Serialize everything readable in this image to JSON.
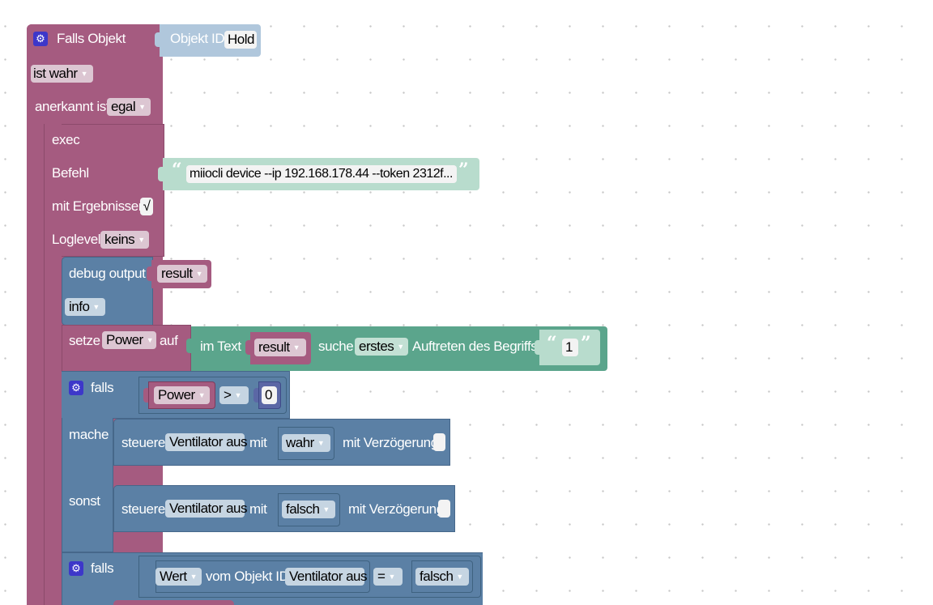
{
  "falls_objekt": {
    "title": "Falls Objekt",
    "objekt_id_label": "Objekt ID",
    "objekt_id_value": "Hold",
    "condition": "ist wahr",
    "ack_label": "anerkannt ist",
    "ack_value": "egal"
  },
  "exec": {
    "title": "exec",
    "befehl_label": "Befehl",
    "command": "miiocli device --ip 192.168.178.44 --token 2312f...",
    "results_label": "mit Ergebnissen",
    "results_check": "√",
    "loglevel_label": "Loglevel",
    "loglevel_value": "keins"
  },
  "debug": {
    "label": "debug output",
    "var": "result",
    "level": "info"
  },
  "setze": {
    "label": "setze",
    "var": "Power",
    "auf": "auf",
    "im_text": "im Text",
    "text_var": "result",
    "suche": "suche",
    "which": "erstes",
    "auftreten": "Auftreten des Begriffs",
    "search_text": "1"
  },
  "falls1": {
    "falls_label": "falls",
    "var": "Power",
    "op": ">",
    "num": "0",
    "mache_label": "mache",
    "sonst_label": "sonst",
    "steuere1": {
      "label": "steuere",
      "target": "Ventilator aus",
      "mit": "mit",
      "value": "wahr",
      "delay": "mit Verzögerung"
    },
    "steuere2": {
      "label": "steuere",
      "target": "Ventilator aus",
      "mit": "mit",
      "value": "falsch",
      "delay": "mit Verzögerung"
    }
  },
  "falls2": {
    "falls_label": "falls",
    "wert": "Wert",
    "vom": "vom Objekt ID",
    "objekt": "Ventilator aus",
    "op": "=",
    "value": "falsch"
  },
  "icons": {
    "gear": "gear-icon",
    "dropdown": "dropdown-arrow-icon"
  },
  "colors": {
    "event": "#a55b80",
    "action": "#5b80a5",
    "text": "#5ba58c",
    "string": "#b8dccd"
  }
}
